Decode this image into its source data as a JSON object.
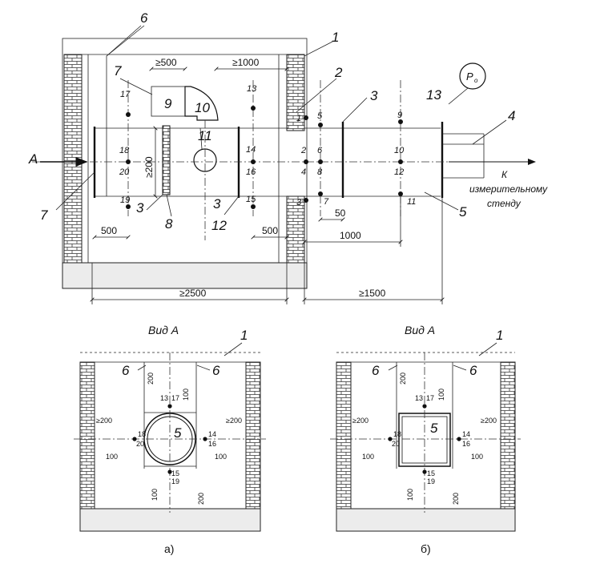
{
  "callouts": {
    "n1": "1",
    "n2": "2",
    "n3": "3",
    "n4": "4",
    "n5": "5",
    "n6": "6",
    "n7": "7",
    "n8": "8",
    "n9": "9",
    "n10": "10",
    "n11": "11",
    "n12": "12",
    "n13": "13",
    "arrow_a": "A"
  },
  "pressure_symbol": "P",
  "pressure_subscript": "o",
  "to_stand_line1": "К",
  "to_stand_line2": "измерительному",
  "to_stand_line3": "стенду",
  "points": {
    "p1": "1",
    "p2": "2",
    "p3": "3",
    "p4": "4",
    "p5": "5",
    "p6": "6",
    "p7": "7",
    "p8": "8",
    "p9": "9",
    "p10": "10",
    "p11": "11",
    "p12": "12",
    "p13": "13",
    "p14": "14",
    "p15": "15",
    "p16": "16",
    "p17": "17",
    "p18": "18",
    "p19": "19",
    "p20": "20"
  },
  "dims": {
    "d500a": "≥500",
    "d1000a": "≥1000",
    "d200v": "≥200",
    "d500b": "500",
    "d500c": "500",
    "d50": "50",
    "d1000b": "1000",
    "d2500": "≥2500",
    "d1500": "≥1500",
    "s200": "≥200",
    "s100": "100",
    "s200v": "200"
  },
  "views": {
    "title_a": "Вид А",
    "title_b": "Вид А",
    "caption_a": "а)",
    "caption_b": "б)",
    "v1": "1",
    "v6": "6",
    "v5": "5",
    "p13": "13",
    "p17": "17",
    "p14": "14",
    "p16": "16",
    "p18": "18",
    "p20": "20",
    "p15": "15",
    "p19": "19"
  }
}
